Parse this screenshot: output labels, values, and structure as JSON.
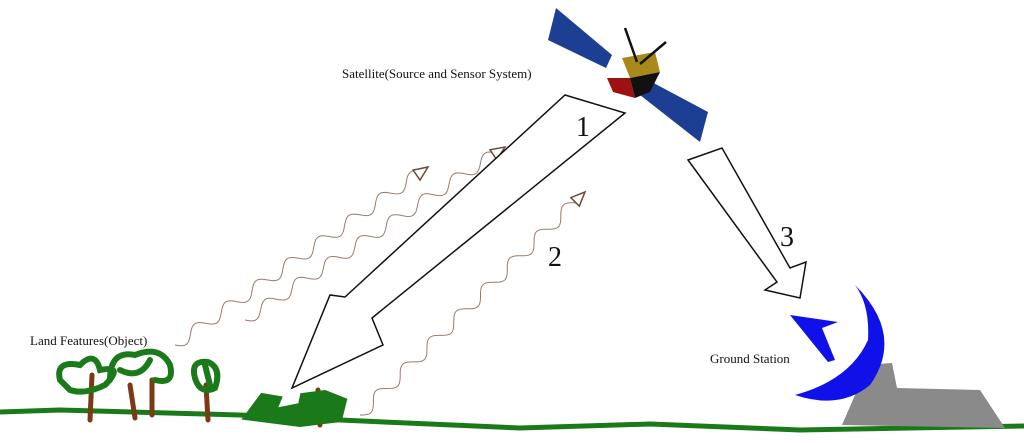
{
  "labels": {
    "satellite": "Satellite(Source and Sensor System)",
    "land": "Land Features(Object)",
    "ground": "Ground Station"
  },
  "steps": [
    "1",
    "2",
    "3"
  ],
  "colors": {
    "panel": "#1d3f93",
    "body_front": "#9e1111",
    "body_top": "#a88a1a",
    "dish": "#1010e8",
    "building": "#8a8a8a",
    "vegetation": "#1a7a1a",
    "trunk": "#7a3a14",
    "wave": "#9c7b6a"
  }
}
